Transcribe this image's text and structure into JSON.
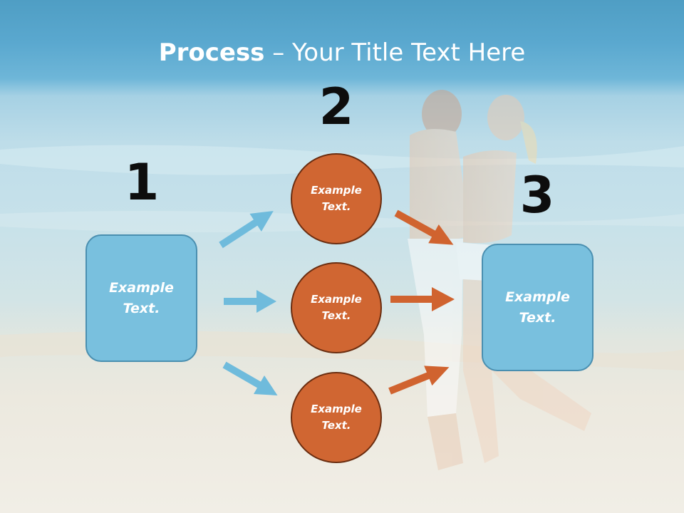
{
  "title": {
    "bold": "Process",
    "rest": " – Your Title Text Here"
  },
  "steps": {
    "one": "1",
    "two": "2",
    "three": "3"
  },
  "left_box": {
    "text": "Example\nText."
  },
  "circles": [
    {
      "text": "Example\nText."
    },
    {
      "text": "Example\nText."
    },
    {
      "text": "Example\nText."
    }
  ],
  "right_box": {
    "text": "Example\nText."
  },
  "colors": {
    "blue_box": "#79c0de",
    "blue_arrow": "#6fbbdc",
    "orange_circle": "#d06632",
    "orange_arrow": "#d0632f"
  }
}
